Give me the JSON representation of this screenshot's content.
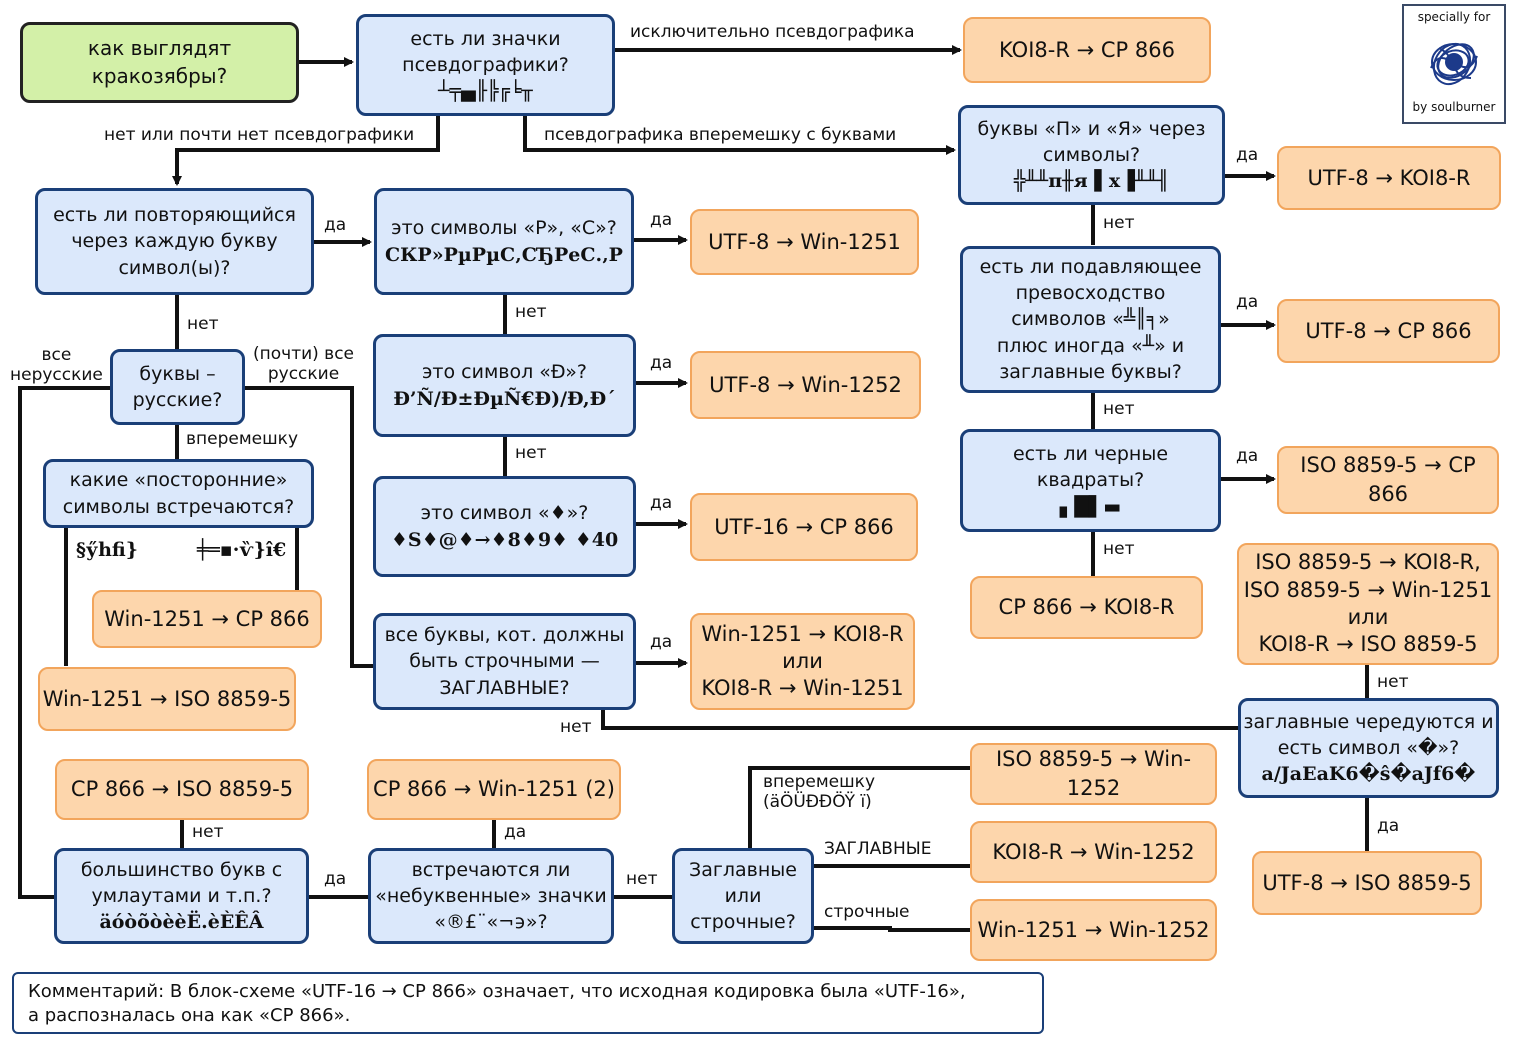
{
  "start": {
    "l1": "как выглядят",
    "l2": "кракозябры?"
  },
  "q_pseudo": {
    "l1": "есть ли значки",
    "l2": "псевдографики?",
    "sym": "┴╤▄╟╠╔╘╥"
  },
  "lbl_only_pseudo": "исключительно псевдографика",
  "r_koi_866": "KOI8-R → CP 866",
  "lbl_no_pseudo": "нет или почти нет псевдографики",
  "lbl_mixed_pseudo": "псевдографика вперемешку с буквами",
  "q_pya": {
    "l1": "буквы «П» и «Я» через",
    "l2": "символы?",
    "sym": "╬╨╨п╫я ▌х▐╨╨╢"
  },
  "r_utf8_koi": "UTF-8 → KOI8-R",
  "q_repeat": {
    "l1": "есть ли повторяющийся",
    "l2": "через каждую букву",
    "l3": "символ(ы)?"
  },
  "q_rs": {
    "l1": "это символы «Р», «С»?",
    "sym": "СКР»РµРµС‚СЂРеС.‚Р"
  },
  "r_utf8_1251": "UTF-8 → Win-1251",
  "q_d": {
    "l1": "это символ «Ð»?",
    "sym": "Ð’Ñ/Ð±ÐµÑ€Ð)/Ð,Ð´"
  },
  "r_utf8_1252": "UTF-8 → Win-1252",
  "q_diamond": {
    "l1": "это символ «♦»?",
    "sym": "♦S♦@♦→♦8♦9♦ ♦40"
  },
  "r_utf16_866": "UTF-16 → CP 866",
  "q_russian": {
    "l1": "буквы –",
    "l2": "русские?"
  },
  "lbl_all_nonrussian": {
    "l1": "все",
    "l2": "нерусские"
  },
  "lbl_almost_russian": {
    "l1": "(почти) все",
    "l2": "русские"
  },
  "lbl_mixed": "вперемешку",
  "q_foreign": {
    "l1": "какие «посторонние»",
    "l2": "символы встречаются?"
  },
  "sym_left": "§ӳhfi}",
  "sym_right": "╪═▪·ѷ}î€",
  "r_1251_866": "Win-1251 → CP 866",
  "r_1251_iso": "Win-1251 → ISO 8859-5",
  "q_overwhelm": {
    "l1": "есть ли подавляющее",
    "l2": "превосходство",
    "l3": "символов «╩║╕»",
    "l4": "плюс иногда «╨»  и",
    "l5": "заглавные буквы?"
  },
  "r_utf8_866": "UTF-8 → CP 866",
  "q_black": {
    "l1": "есть ли черные",
    "l2": "квадраты?",
    "sym": "▖█▌▬"
  },
  "r_iso_866": "ISO 8859-5 → CP 866",
  "r_866_koi": "CP 866 → KOI8-R",
  "r_iso_multi": {
    "l1": "ISO 8859-5 → KOI8-R,",
    "l2": "ISO 8859-5 → Win-1251",
    "l3": "или",
    "l4": "KOI8-R → ISO 8859-5"
  },
  "q_upper": {
    "l1": "все буквы, кот. должны",
    "l2": "быть строчными —",
    "l3": "ЗАГЛАВНЫЕ?"
  },
  "r_1251_koi_or": {
    "l1": "Win-1251 → KOI8-R",
    "l2": "или",
    "l3": "KOI8-R → Win-1251"
  },
  "q_alt": {
    "l1": "заглавные чередуются и",
    "l2": "есть символ «�»?",
    "sym": "а/JaEaK6�ŝ�aJf6�"
  },
  "r_utf8_iso": "UTF-8 → ISO 8859-5",
  "r_866_iso": "CP 866 → ISO 8859-5",
  "r_866_1251_2": "CP 866 → Win-1251 (2)",
  "r_iso_1252": "ISO 8859-5 → Win-1252",
  "r_koi_1252": "KOI8-R → Win-1252",
  "r_1251_1252": "Win-1251 → Win-1252",
  "q_umlaut": {
    "l1": "большинство букв с",
    "l2": "умлаутами и т.п.?",
    "sym": "äóòõòèèË.èÈÊÂ"
  },
  "q_nonletter": {
    "l1": "встречаются ли",
    "l2": "«небуквенные» значки",
    "l3": "«®£¨«¬϶»?"
  },
  "q_case": {
    "l1": "Заглавные",
    "l2": "или",
    "l3": "строчные?"
  },
  "lbl_mixed_sample": {
    "l1": "вперемешку",
    "l2": "(äÖÜÐÐÖŸ ï)"
  },
  "lbl_caps": "ЗАГЛАВНЫЕ",
  "lbl_lower": "строчные",
  "yes": "да",
  "no": "нет",
  "stamp": {
    "top": "specially for",
    "bottom": "by soulburner"
  },
  "comment": {
    "l1": "Комментарий: В блок-схеме «UTF-16 → CP 866» означает, что исходная кодировка была «UTF-16»,",
    "l2": "а распозналась она как «CP 866»."
  },
  "colors": {
    "question_fill": "#dbe8fb",
    "question_border": "#1a3f78",
    "result_fill": "#fdd6ac",
    "result_border": "#f2a55c",
    "start_fill": "#d3f0a8"
  }
}
